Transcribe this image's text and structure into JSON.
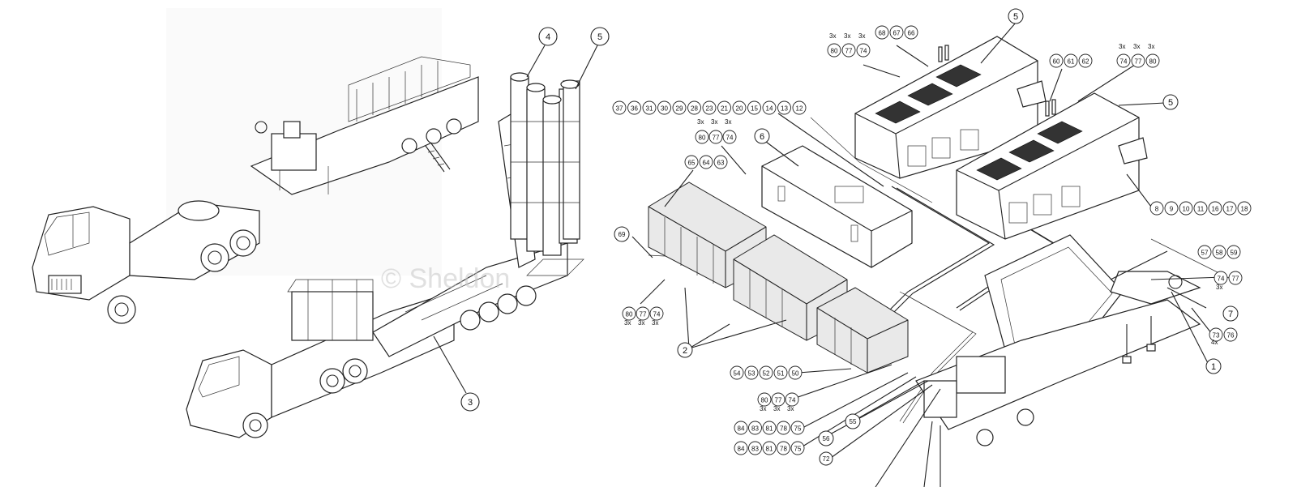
{
  "watermark": "© Sheldon",
  "left_panel": {
    "callouts": [
      {
        "id": "lc-4",
        "text": "4"
      },
      {
        "id": "lc-5",
        "text": "5"
      },
      {
        "id": "lc-3",
        "text": "3"
      }
    ]
  },
  "right_panel": {
    "callouts": [
      {
        "id": "rc-5a",
        "text": "5"
      },
      {
        "id": "rc-5b",
        "text": "5"
      },
      {
        "id": "rc-6",
        "text": "6"
      },
      {
        "id": "rc-2",
        "text": "2"
      },
      {
        "id": "rc-1",
        "text": "1"
      },
      {
        "id": "rc-7",
        "text": "7"
      },
      {
        "id": "rc-69",
        "text": "69"
      },
      {
        "id": "rc-55",
        "text": "55"
      },
      {
        "id": "rc-56",
        "text": "56"
      },
      {
        "id": "rc-72",
        "text": "72"
      }
    ],
    "label_rows": [
      {
        "id": "row-68",
        "items": [
          "68",
          "67",
          "66"
        ]
      },
      {
        "id": "row-80a",
        "items": [
          "80",
          "77",
          "74"
        ],
        "sub": [
          "3x",
          "3x",
          "3x"
        ]
      },
      {
        "id": "row-60",
        "items": [
          "60",
          "61",
          "62"
        ]
      },
      {
        "id": "row-74a",
        "items": [
          "74",
          "77",
          "80"
        ],
        "sub": [
          "3x",
          "3x",
          "3x"
        ]
      },
      {
        "id": "row-37",
        "items": [
          "37",
          "36",
          "31",
          "30",
          "29",
          "28",
          "23",
          "21",
          "20",
          "15",
          "14",
          "13",
          "12"
        ]
      },
      {
        "id": "row-80b",
        "items": [
          "80",
          "77",
          "74"
        ],
        "sub": [
          "3x",
          "3x",
          "3x"
        ]
      },
      {
        "id": "row-65",
        "items": [
          "65",
          "64",
          "63"
        ]
      },
      {
        "id": "row-8",
        "items": [
          "8",
          "9",
          "10",
          "11",
          "16",
          "17",
          "18"
        ]
      },
      {
        "id": "row-57",
        "items": [
          "57",
          "58",
          "59"
        ]
      },
      {
        "id": "row-74b",
        "items": [
          "74",
          "77"
        ],
        "sub": [
          "3x"
        ]
      },
      {
        "id": "row-80c",
        "items": [
          "80",
          "77",
          "74"
        ],
        "sub": [
          "3x",
          "3x",
          "3x"
        ]
      },
      {
        "id": "row-73",
        "items": [
          "73",
          "76"
        ],
        "sub": [
          "4x"
        ]
      },
      {
        "id": "row-54",
        "items": [
          "54",
          "53",
          "52",
          "51",
          "50"
        ]
      },
      {
        "id": "row-80d",
        "items": [
          "80",
          "77",
          "74"
        ],
        "sub": [
          "3x",
          "3x",
          "3x"
        ]
      },
      {
        "id": "row-84a",
        "items": [
          "84",
          "83",
          "81",
          "78",
          "75"
        ]
      },
      {
        "id": "row-84b",
        "items": [
          "84",
          "83",
          "81",
          "78",
          "75"
        ]
      }
    ]
  }
}
